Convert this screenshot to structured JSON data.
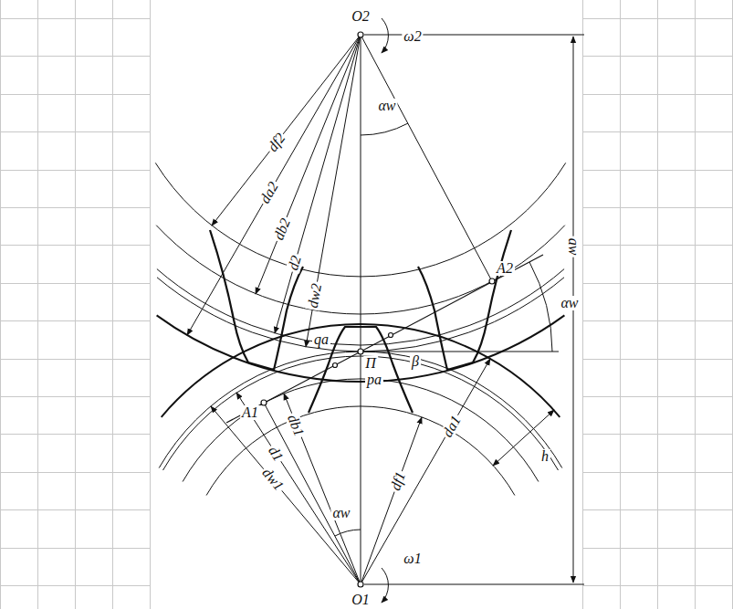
{
  "diagram": {
    "labels": [
      "O2",
      "ω2",
      "df2",
      "da2",
      "db2",
      "d2",
      "dw2",
      "αw",
      "aw",
      "A2",
      "αw",
      "qa",
      "П",
      "β",
      "pa",
      "A1",
      "h",
      "d1",
      "db1",
      "dw1",
      "αw",
      "df1",
      "da1",
      "ω1",
      "O1"
    ]
  }
}
